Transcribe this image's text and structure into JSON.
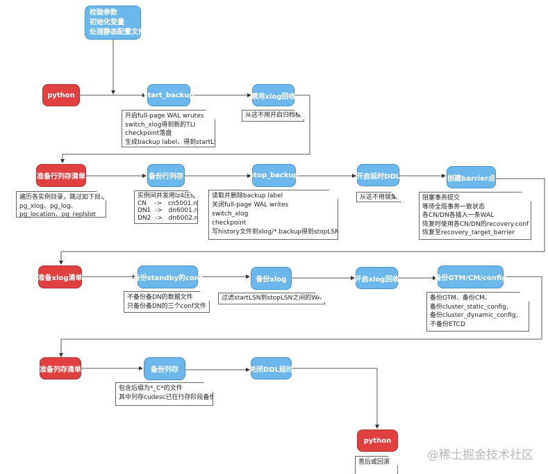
{
  "nodes": {
    "init": [
      "校验参数",
      "初始化变量",
      "处理静态配置文件"
    ],
    "python_start": "python",
    "start_backup": "start_backup",
    "disable_xlog_recycle": "禁用xlog回收",
    "prepare_row_col_list": "准备行列存清单",
    "backup_row_col": "备份行列存",
    "stop_backup": "stop_backup",
    "enable_delay_ddl": "开启延时DDL",
    "create_barrier": "创建barrier点",
    "prepare_xlog_list": "准备xlog清单",
    "backup_standby_conf": "备份standby的conf",
    "backup_xlog": "备份xlog",
    "enable_xlog_recycle": "开启xlog回收",
    "backup_gtm_cm_config": "备份GTM/CM/config",
    "prepare_col_list": "准备列存清单",
    "backup_col": "备份列存",
    "close_delay_ddl": "关闭DDL延时",
    "python_end": "python"
  },
  "notes": {
    "start_backup": [
      "开启full-page WAL wrutes",
      "switch_xlog得到新的TLI",
      "checkpoint落盘",
      "生成backup label、得到startLSN"
    ],
    "disable_xlog_recycle": [
      "从这不用开启归档模式"
    ],
    "prepare_row_col_list": [
      "遍历各实例目录，跳过如下目录:",
      "pg_xlog、pg_log、",
      "pg_location、pg_replslot"
    ],
    "backup_row_col": [
      "实例间并发用lz4压缩:",
      "CN    ->   cn5001.rch",
      "DN1  ->   dn6001.rch",
      "DN2  ->   dn6002.rch"
    ],
    "stop_backup": [
      "读取并删除backup label",
      "关闭full-page WAL writes",
      "switch_xlog",
      "checkpoint",
      "写history文件到xlog/*.backup得到stopLSN"
    ],
    "enable_delay_ddl": [
      "从这不用锁集群"
    ],
    "create_barrier": [
      "阻塞事务提交",
      "等待全局事务一致状态",
      "各CN/DN各插入一条WAL",
      "恢复时使用各CN/DN的recovery.conf",
      "恢复至recovery_target_barrier"
    ],
    "backup_standby_conf": [
      "不备份备DN的数据文件",
      "只备份备DN的三个conf文件"
    ],
    "backup_xlog": [
      "过滤startLSN到stopLSN之间的WAL"
    ],
    "backup_gtm_cm_config": [
      "备份GTM、备份CM、",
      "备份cluster_static_config,",
      "备份cluster_dynamic_config,",
      "不备份ETCD"
    ],
    "backup_col": [
      "包含后缀为*_C*的文件",
      "其中列存cudesc已在行存阶段备份"
    ],
    "python_end": [
      "善后或回滚"
    ]
  },
  "watermark": "@稀土掘金技术社区",
  "colors": {
    "process": "#6cb8ec",
    "terminal": "#e0403f",
    "line": "#555555"
  }
}
